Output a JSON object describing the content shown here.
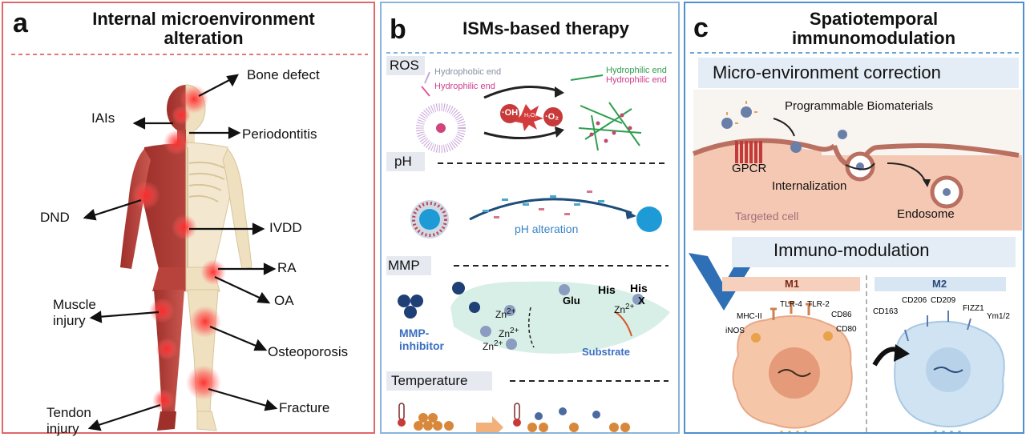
{
  "panel_a": {
    "letter": "a",
    "title_line1": "Internal microenvironment",
    "title_line2": "alteration",
    "labels": {
      "bone_defect": "Bone defect",
      "iais": "IAIs",
      "periodontitis": "Periodontitis",
      "dnd": "DND",
      "ivdd": "IVDD",
      "ra": "RA",
      "oa": "OA",
      "muscle_injury_1": "Muscle",
      "muscle_injury_2": "injury",
      "osteoporosis": "Osteoporosis",
      "fracture": "Fracture",
      "tendon_injury_1": "Tendon",
      "tendon_injury_2": "injury"
    }
  },
  "panel_b": {
    "letter": "b",
    "title": "ISMs-based therapy",
    "ros": {
      "label": "ROS",
      "hydrophobic_end": "Hydrophobic end",
      "hydrophilic_end": "Hydrophilic end",
      "hydrophilic_end_green": "Hydrophilic end",
      "hydrophilic_end_pink": "Hydrophilic end",
      "oh_radical": "·OH",
      "h2o2": "H₂O₂",
      "o2_radical": "·O₂"
    },
    "ph": {
      "label": "pH",
      "alteration": "pH alteration"
    },
    "mmp": {
      "label": "MMP",
      "inhibitor_1": "MMP-",
      "inhibitor_2": "inhibitor",
      "zn": "Zn",
      "zn_charge": "2+",
      "glu": "Glu",
      "his1": "His",
      "his2": "His",
      "x": "X",
      "substrate": "Substrate"
    },
    "temperature": {
      "label": "Temperature"
    }
  },
  "panel_c": {
    "letter": "c",
    "title_line1": "Spatiotemporal",
    "title_line2": "immunomodulation",
    "micro_env": "Micro-environment  correction",
    "programmable": "Programmable Biomaterials",
    "gpcr": "GPCR",
    "internalization": "Internalization",
    "targeted_cell": "Targeted cell",
    "endosome": "Endosome",
    "immuno": "Immuno-modulation",
    "m1": {
      "label": "M1",
      "markers": [
        "MHC-II",
        "TLR-4",
        "TLR-2",
        "CD86",
        "iNOS",
        "CD80"
      ]
    },
    "m2": {
      "label": "M2",
      "markers": [
        "CD163",
        "CD206",
        "CD209",
        "FIZZ1",
        "Ym1/2"
      ]
    }
  },
  "colors": {
    "panel_a_border": "#e0676a",
    "panel_b_border": "#8ab4dc",
    "panel_c_border": "#4d8fd0",
    "muscle": "#b8433c",
    "bone": "#efe1c0",
    "m1_cell": "#f6c6a8",
    "m2_cell": "#cfe3f3",
    "arrow_blue": "#2f6fb5"
  },
  "icons": [
    "thermometer-icon",
    "arrow-icon",
    "chevron-down-icon",
    "receptor-icon"
  ]
}
